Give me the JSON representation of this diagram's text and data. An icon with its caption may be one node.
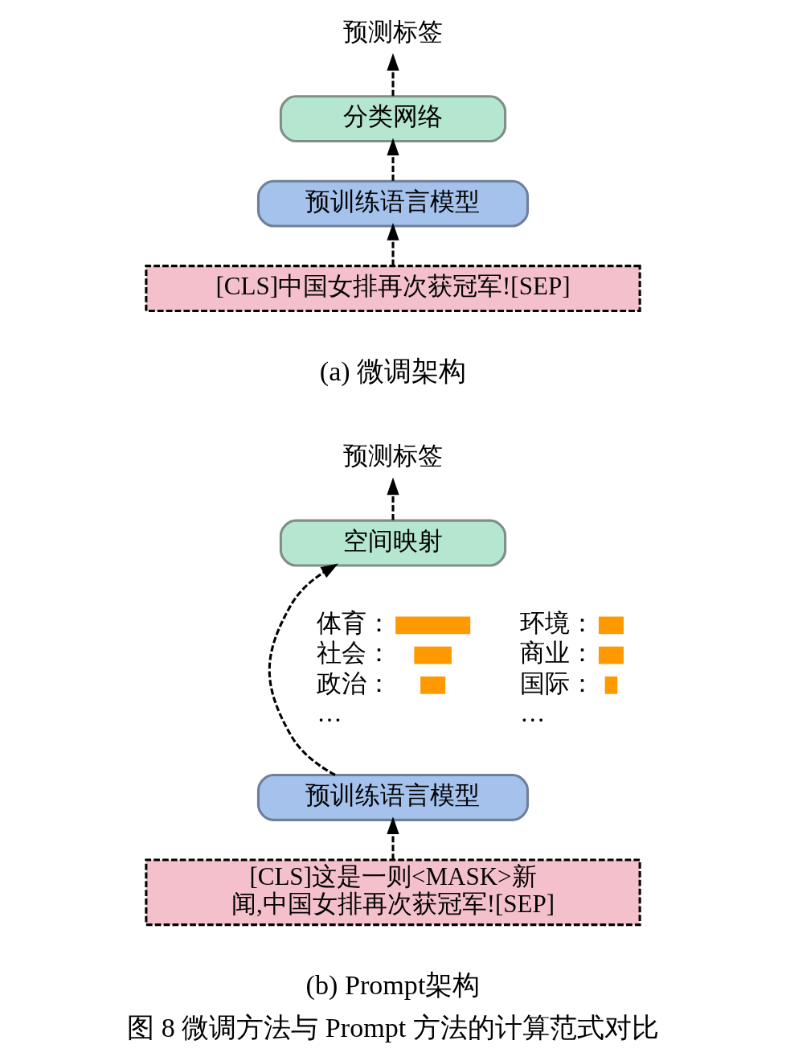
{
  "diagram": {
    "caption": "图 8 微调方法与 Prompt 方法的计算范式对比",
    "nodes": [
      {
        "text": [
          "预测标签"
        ]
      },
      {
        "text": [
          "分类网络"
        ]
      },
      {
        "text": [
          "预训练语言模型"
        ]
      },
      {
        "text": [
          "[CLS]中国女排再次获冠军![SEP]"
        ]
      },
      {
        "text": [
          "预测标签"
        ]
      },
      {
        "text": [
          "空间映射"
        ]
      },
      {
        "text": [
          "预训练语言模型"
        ]
      },
      {
        "text": [
          "[CLS]这是一则<MASK>新闻,中国女排再次获冠军![SEP]"
        ]
      }
    ],
    "edges": [
      {
        "from": 3,
        "to": 2,
        "arrow": "to",
        "style": "dashed"
      },
      {
        "from": 2,
        "to": 1,
        "arrow": "to",
        "style": "dashed"
      },
      {
        "from": 1,
        "to": 0,
        "arrow": "to",
        "style": "dashed"
      },
      {
        "from": 7,
        "to": 6,
        "arrow": "to",
        "style": "dashed"
      },
      {
        "from": 6,
        "to": 5,
        "arrow": "to",
        "style": "dashed"
      },
      {
        "from": 5,
        "to": 4,
        "arrow": "to",
        "style": "dashed"
      }
    ],
    "labels": [
      "(a) 微调架构",
      "体育：",
      "环境：",
      "社会：",
      "商业：",
      "政治：",
      "国际：",
      "…",
      "…",
      "(b) Prompt架构"
    ]
  }
}
